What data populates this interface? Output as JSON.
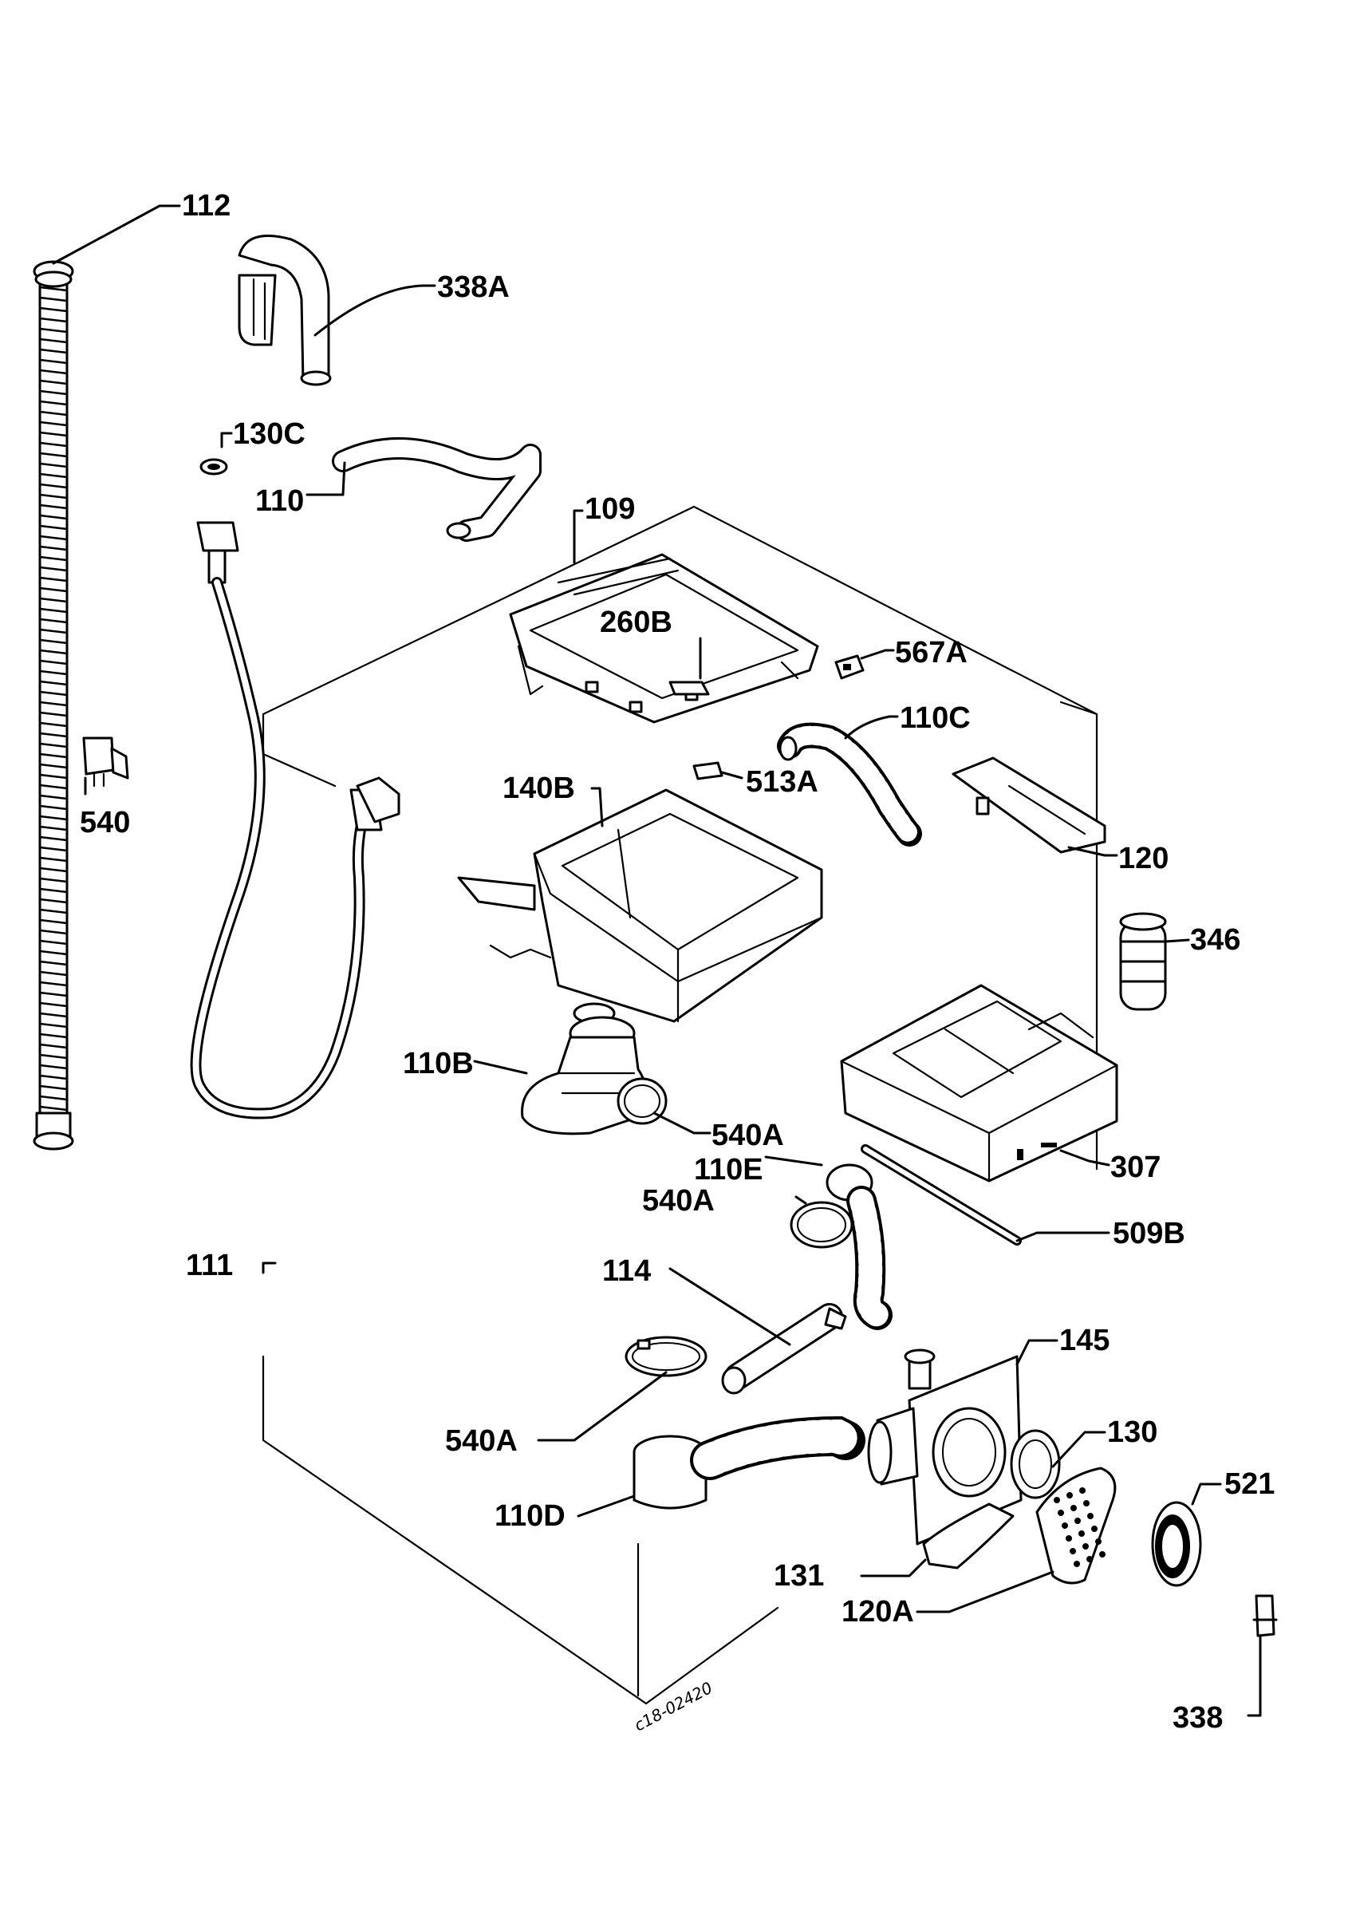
{
  "drawing_code": "c18-02420",
  "labels": {
    "l112": "112",
    "l338A": "338A",
    "l130C": "130C",
    "l110": "110",
    "l109": "109",
    "l260B": "260B",
    "l567A": "567A",
    "l110C": "110C",
    "l540": "540",
    "l140B": "140B",
    "l513A": "513A",
    "l120": "120",
    "l346": "346",
    "l110B": "110B",
    "l540A_1": "540A",
    "l110E": "110E",
    "l307": "307",
    "l540A_2": "540A",
    "l509B": "509B",
    "l111": "111",
    "l114": "114",
    "l145": "145",
    "l130": "130",
    "l540A_3": "540A",
    "l521": "521",
    "l110D": "110D",
    "l131": "131",
    "l120A": "120A",
    "l338": "338"
  }
}
